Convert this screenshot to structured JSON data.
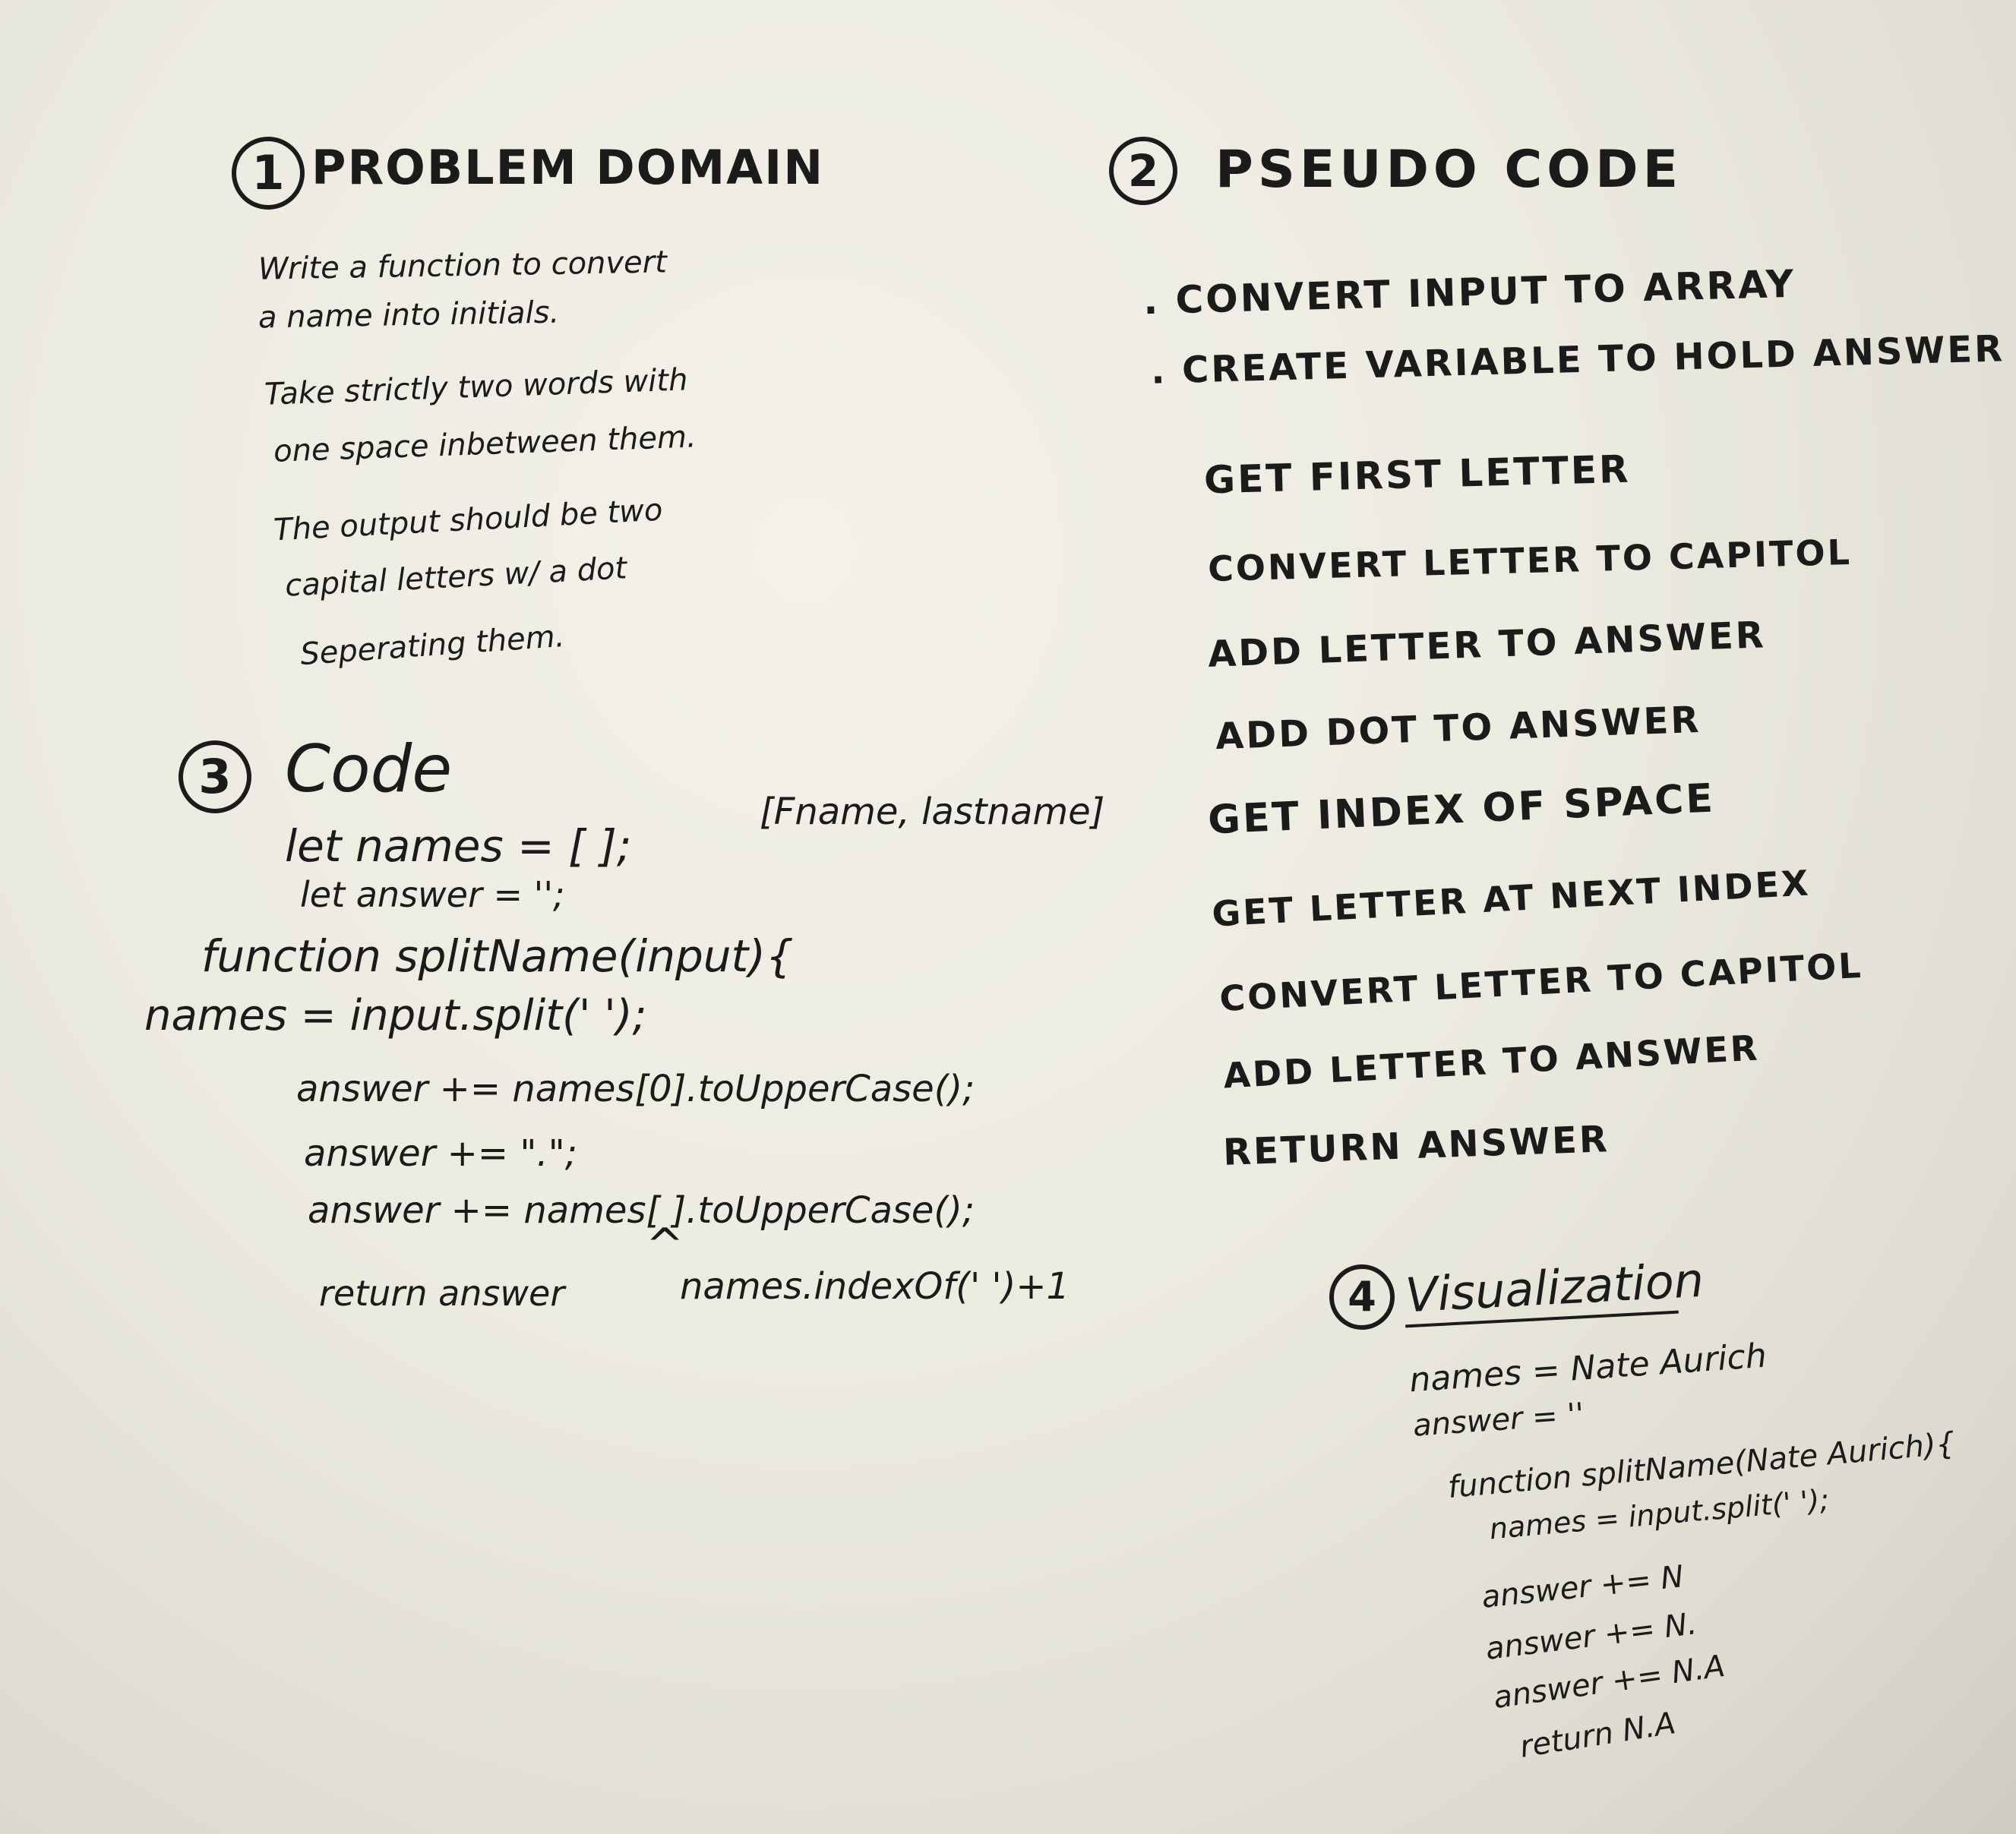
{
  "sections": {
    "problem": {
      "number": "1",
      "title": "PROBLEM DOMAIN",
      "lines": [
        "Write a function to convert",
        "a name into initials.",
        "Take strictly two words with",
        "one space inbetween them.",
        "The output should be two",
        "capital letters w/ a dot",
        "Seperating them."
      ]
    },
    "pseudo": {
      "number": "2",
      "title": "PSEUDO CODE",
      "lines": [
        ". CONVERT INPUT TO ARRAY",
        ". CREATE VARIABLE TO HOLD ANSWER",
        "GET FIRST LETTER",
        "CONVERT LETTER TO CAPITOL",
        "ADD LETTER TO ANSWER",
        "ADD DOT TO ANSWER",
        "GET INDEX OF SPACE",
        "GET LETTER AT NEXT INDEX",
        "CONVERT LETTER TO CAPITOL",
        "ADD LETTER TO ANSWER",
        "RETURN ANSWER"
      ]
    },
    "code": {
      "number": "3",
      "title": "Code",
      "lines": [
        "let names = [ ];",
        "let answer = '';",
        "function splitName(input){",
        "names = input.split(' ');",
        "answer += names[0].toUpperCase();",
        "answer += \".\";",
        "answer += names[ ].toUpperCase();",
        "return answer",
        "names.indexOf(' ')+1"
      ],
      "note": "[Fname, lastname]",
      "caret": "^"
    },
    "visualization": {
      "number": "4",
      "title": "Visualization",
      "lines": [
        "names = Nate Aurich",
        "answer = ''",
        "function splitName(Nate Aurich){",
        "names = input.split(' ');",
        "answer += N",
        "answer += N.",
        "answer += N.A",
        "return N.A"
      ]
    }
  }
}
